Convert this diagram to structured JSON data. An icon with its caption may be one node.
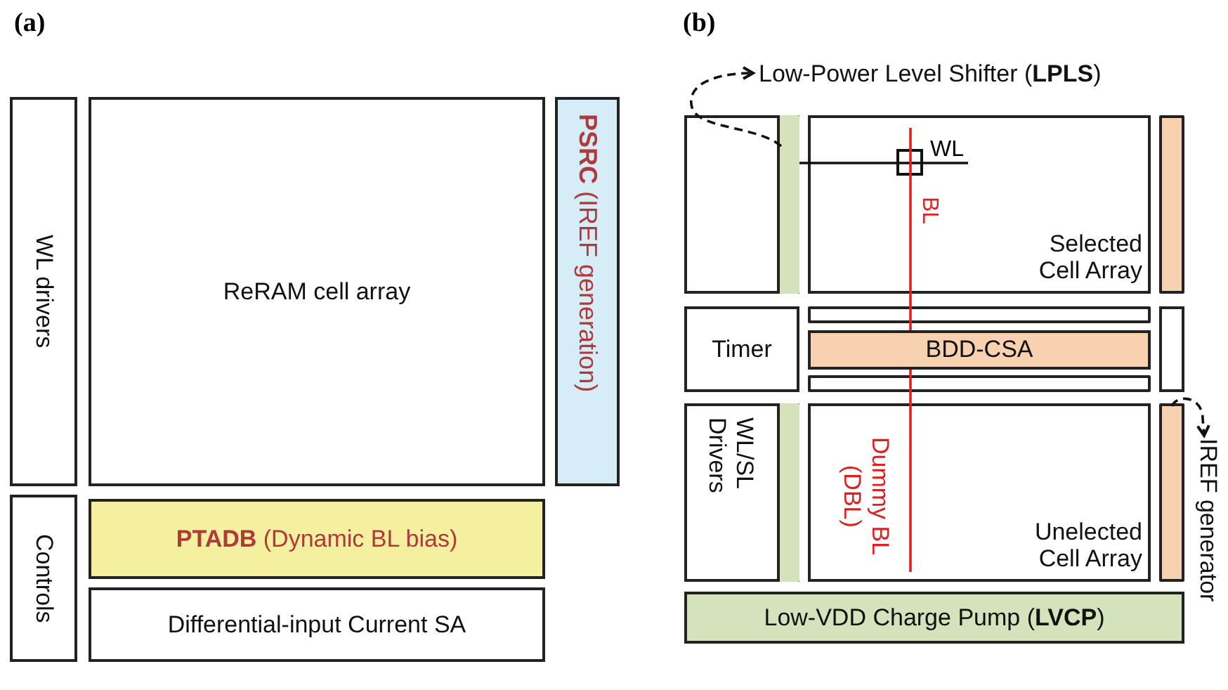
{
  "diagram": {
    "nodes": [
      {
        "text": [
          "WL drivers"
        ]
      },
      {
        "text": [
          "ReRAM cell array"
        ]
      },
      {
        "text": [
          "**PSRC** (IREF generation)"
        ]
      },
      {
        "text": [
          "Controls"
        ]
      },
      {
        "text": [
          "**PTADB** (Dynamic BL bias)"
        ]
      },
      {
        "text": [
          "Differential-input Current SA"
        ]
      },
      {
        "text": [],
        "shape": "box"
      },
      {
        "text": [],
        "shape": "bar",
        "in": 6
      },
      {
        "text": [
          "Selected Cell Array"
        ]
      },
      {
        "text": [],
        "shape": "bar"
      },
      {
        "text": [
          "Timer"
        ]
      },
      {
        "text": [],
        "shape": "bar"
      },
      {
        "text": [
          "BDD-CSA"
        ]
      },
      {
        "text": [],
        "shape": "bar"
      },
      {
        "text": [],
        "shape": "box"
      },
      {
        "text": [
          "WL/SL Drivers"
        ]
      },
      {
        "text": [],
        "shape": "bar",
        "in": 15
      },
      {
        "text": [
          "Unelected Cell Array"
        ]
      },
      {
        "text": [],
        "shape": "bar"
      },
      {
        "text": [
          "Low-VDD Charge Pump (**LVCP**)"
        ]
      },
      {
        "text": [
          "Low-Power Level Shifter (**LPLS**)"
        ]
      },
      {
        "text": [
          "IREF generator"
        ]
      }
    ],
    "edges": [
      {
        "from": 7,
        "to": 20,
        "arrow": "to",
        "style": "dashed"
      },
      {
        "from": 18,
        "to": 21,
        "arrow": "to",
        "style": "dashed"
      },
      {
        "from": 7,
        "to": 8,
        "arrow": "none"
      },
      {
        "from": 8,
        "to": 12,
        "arrow": "none",
        "color": "#e02020"
      },
      {
        "from": 12,
        "to": 17,
        "arrow": "none",
        "color": "#e02020"
      }
    ],
    "labels": [
      "(a)",
      "(b)",
      "WL",
      "BL",
      "Dummy BL (DBL)"
    ]
  }
}
